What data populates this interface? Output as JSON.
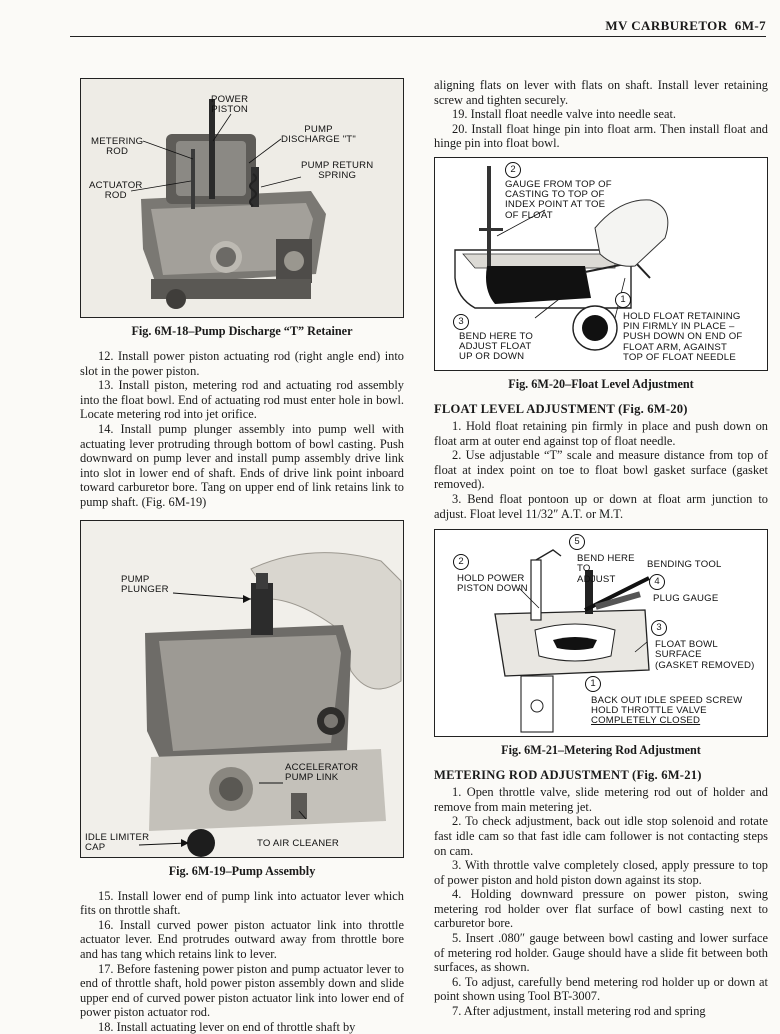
{
  "header": {
    "title": "MV CARBURETOR",
    "page": "6M-7"
  },
  "left": {
    "fig18": {
      "caption": "Fig. 6M-18–Pump Discharge “T” Retainer",
      "labels": {
        "power_piston": "POWER\nPISTON",
        "metering_rod": "METERING\nROD",
        "actuator_rod": "ACTUATOR\nROD",
        "pump_discharge": "PUMP\nDISCHARGE \"T\"",
        "pump_return_spring": "PUMP RETURN\nSPRING"
      }
    },
    "steps_a": [
      "12. Install power piston actuating rod (right angle end) into slot in the power piston.",
      "13. Install piston, metering rod and actuating rod assembly into the float bowl. End of actuating rod must enter hole in bowl. Locate metering rod into jet orifice.",
      "14. Install pump plunger assembly into pump well with actuating lever protruding through bottom of bowl casting. Push downward on pump lever and install pump assembly drive link into slot in lower end of shaft. Ends of drive link point inboard toward carburetor bore. Tang on upper end of link retains link to pump shaft. (Fig. 6M-19)"
    ],
    "fig19": {
      "caption": "Fig. 6M-19–Pump Assembly",
      "labels": {
        "pump_plunger": "PUMP\nPLUNGER",
        "accelerator_pump_link": "ACCELERATOR\nPUMP LINK",
        "idle_limiter_cap": "IDLE LIMITER\nCAP",
        "to_air_cleaner": "TO AIR CLEANER"
      }
    },
    "steps_b": [
      "15. Install lower end of pump link into actuator lever which fits on throttle shaft.",
      "16. Install curved power piston actuator link into throttle actuator lever. End protrudes outward away from throttle bore and has tang which retains link to lever.",
      "17. Before fastening power piston and pump actuator lever to end of throttle shaft, hold power piston assembly down and slide upper end of curved power piston actuator link into lower end of power piston actuator rod.",
      "18. Install actuating lever on end of throttle shaft by"
    ]
  },
  "right": {
    "intro": [
      "aligning flats on lever with flats on shaft. Install lever retaining screw and tighten securely.",
      "19. Install float needle valve into needle seat.",
      "20. Install float hinge pin into float arm. Then install float and hinge pin into float bowl."
    ],
    "fig20": {
      "caption": "Fig. 6M-20–Float Level Adjustment",
      "callouts": [
        "2",
        "3",
        "1"
      ],
      "labels": {
        "gauge": "GAUGE FROM TOP OF\nCASTING TO TOP OF\nINDEX POINT AT TOE\nOF FLOAT",
        "bend_here": "BEND HERE TO\nADJUST FLOAT\nUP OR DOWN",
        "hold_float": "HOLD FLOAT RETAINING\nPIN FIRMLY IN PLACE –\nPUSH DOWN ON END OF\nFLOAT ARM, AGAINST\nTOP OF FLOAT NEEDLE"
      }
    },
    "float_section": {
      "heading": "FLOAT LEVEL ADJUSTMENT (Fig. 6M-20)",
      "steps": [
        "1. Hold float retaining pin firmly in place and push down on float arm at outer end against top of float needle.",
        "2. Use adjustable “T” scale and measure distance from top of float at index point on toe to float bowl gasket surface (gasket removed).",
        "3. Bend float pontoon up or down at float arm junction to adjust. Float level 11/32″ A.T. or M.T."
      ]
    },
    "fig21": {
      "caption": "Fig. 6M-21–Metering Rod Adjustment",
      "callouts": [
        "5",
        "2",
        "4",
        "3",
        "1"
      ],
      "labels": {
        "bend_here": "BEND HERE\nTO\nADJUST",
        "bending_tool": "BENDING TOOL",
        "hold_power": "HOLD POWER\nPISTON DOWN",
        "plug_gauge": "PLUG GAUGE",
        "float_bowl": "FLOAT BOWL\nSURFACE\n(GASKET REMOVED)",
        "back_out_1": "BACK OUT IDLE SPEED SCREW",
        "back_out_2": "HOLD THROTTLE VALVE",
        "back_out_3": "COMPLETELY CLOSED"
      }
    },
    "metering_section": {
      "heading": "METERING ROD ADJUSTMENT (Fig. 6M-21)",
      "steps": [
        "1. Open throttle valve, slide metering rod out of holder and remove from main metering jet.",
        "2. To check adjustment, back out idle stop solenoid and rotate fast idle cam so that fast idle cam follower is not contacting steps on cam.",
        "3. With throttle valve completely closed, apply pressure to top of power piston and hold piston down against its stop.",
        "4. Holding downward pressure on power piston, swing metering rod holder over flat surface of bowl casting next to carburetor bore.",
        "5. Insert .080″ gauge between bowl casting and lower surface of metering rod holder. Gauge should have a slide fit between both surfaces, as shown.",
        "6. To adjust, carefully bend metering rod holder up or down at point shown using Tool BT-3007.",
        "7. After adjustment, install metering rod and spring"
      ]
    }
  }
}
